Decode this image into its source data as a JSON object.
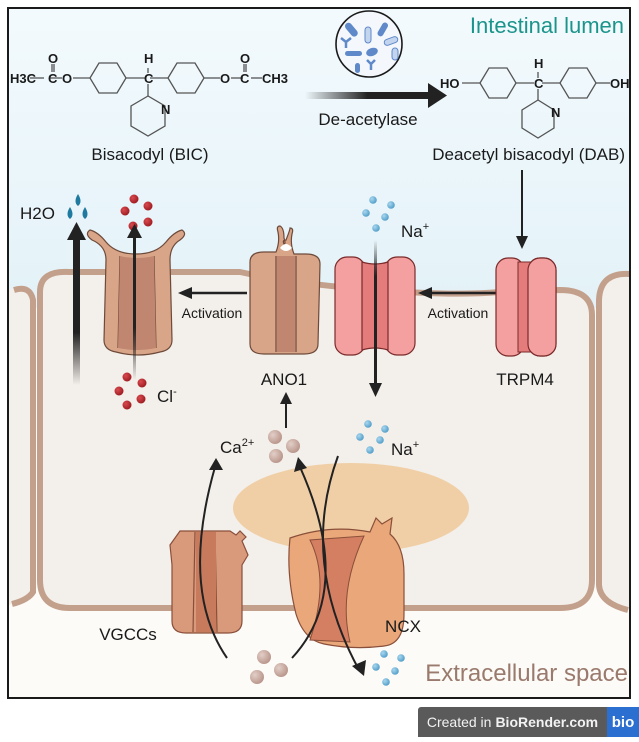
{
  "regions": {
    "lumen": "Intestinal lumen",
    "extracellular": "Extracellular space"
  },
  "compounds": {
    "bic": {
      "name": "Bisacodyl (BIC)",
      "left_group": "H3C",
      "o_labels": [
        "O",
        "O"
      ],
      "h_label": "H",
      "c_label": "C",
      "n_label": "N",
      "right_group": "CH3"
    },
    "dab": {
      "name": "Deacetyl bisacodyl (DAB)",
      "left_group": "HO",
      "right_group": "OH",
      "h_label": "H",
      "c_label": "C",
      "n_label": "N"
    }
  },
  "enzyme": {
    "label": "De-acetylase",
    "icon": "bacteria-icon"
  },
  "channels": {
    "cftr_like": "",
    "ano1": "ANO1",
    "trpm4": "TRPM4",
    "vgccs": "VGCCs",
    "ncx": "NCX"
  },
  "arrows": {
    "activation_1": "Activation",
    "activation_2": "Activation"
  },
  "ions": {
    "water": "H2O",
    "chloride": "Cl",
    "chloride_sup": "-",
    "sodium": "Na",
    "sodium_sup": "+",
    "calcium": "Ca",
    "calcium_sup": "2+"
  },
  "colors": {
    "lumen_bg": "#eaf6fb",
    "cell_bg": "#f3efea",
    "extracellular_bg": "#fcfbf8",
    "membrane": "#c3a08c",
    "channel_tan": "#d9a588",
    "channel_pink": "#f4a0a0",
    "channel_orange": "#e9a77a",
    "er_ellipse": "#f0cfa6",
    "chloride_dot": "#b3242a",
    "sodium_dot": "#6fb3da",
    "calcium_dot": "#c9aaa0",
    "water_drop": "#1f7aa0",
    "lumen_text": "#1b948c",
    "extracellular_text": "#9a7a6c"
  },
  "footer": {
    "created_in": "Created in",
    "brand": "BioRender.com",
    "logo": "bio"
  }
}
